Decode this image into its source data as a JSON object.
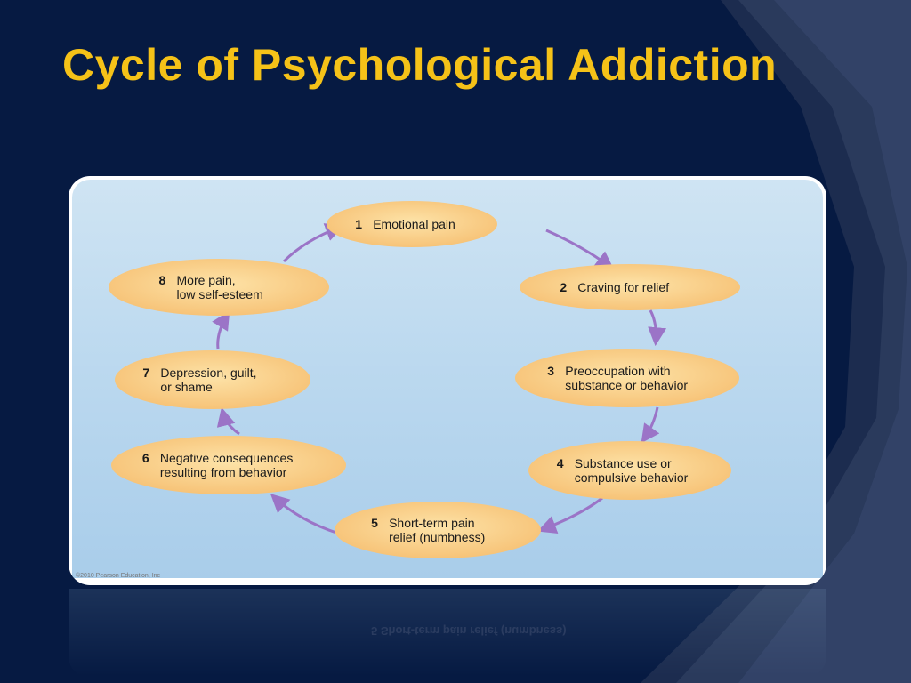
{
  "slide": {
    "title": "Cycle of Psychological Addiction",
    "credit": "©2010 Pearson Education, Inc",
    "reflection_text": "5 Short-term pain relief (numbness)"
  },
  "colors": {
    "background": "#061a42",
    "title": "#f5c218",
    "ellipse_fill": "#f8c97a",
    "arrow": "#9b74c7",
    "text": "#1a1a1a"
  },
  "diagram": {
    "type": "cycle",
    "steps": [
      {
        "number": "1",
        "lines": [
          "Emotional pain"
        ]
      },
      {
        "number": "2",
        "lines": [
          "Craving for relief"
        ]
      },
      {
        "number": "3",
        "lines": [
          "Preoccupation with",
          "substance or behavior"
        ]
      },
      {
        "number": "4",
        "lines": [
          "Substance use or",
          "compulsive behavior"
        ]
      },
      {
        "number": "5",
        "lines": [
          "Short-term pain",
          "relief (numbness)"
        ]
      },
      {
        "number": "6",
        "lines": [
          "Negative consequences",
          "resulting from behavior"
        ]
      },
      {
        "number": "7",
        "lines": [
          "Depression, guilt,",
          "or shame"
        ]
      },
      {
        "number": "8",
        "lines": [
          "More pain,",
          "low self-esteem"
        ]
      }
    ],
    "edges": [
      {
        "from": "1",
        "to": "2"
      },
      {
        "from": "2",
        "to": "3"
      },
      {
        "from": "3",
        "to": "4"
      },
      {
        "from": "4",
        "to": "5"
      },
      {
        "from": "5",
        "to": "6"
      },
      {
        "from": "6",
        "to": "7"
      },
      {
        "from": "7",
        "to": "8"
      },
      {
        "from": "8",
        "to": "1"
      }
    ]
  }
}
